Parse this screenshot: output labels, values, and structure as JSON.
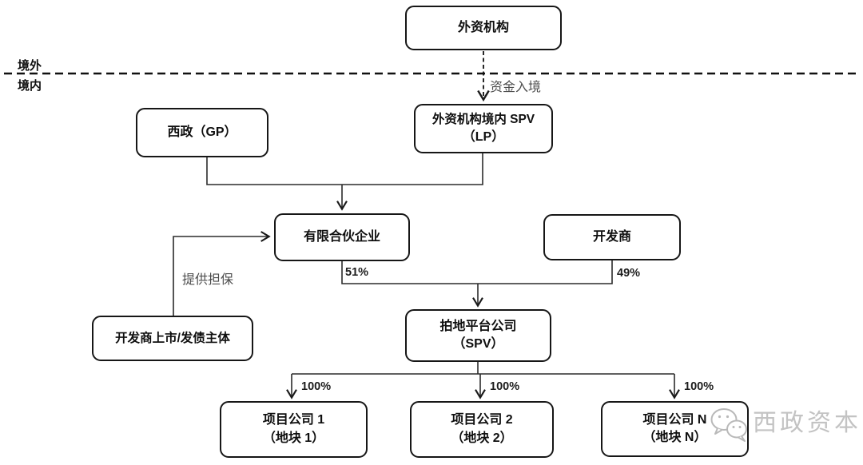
{
  "regions": {
    "offshore_label": "境外",
    "onshore_label": "境内"
  },
  "nodes": {
    "foreign_org": {
      "label": "外资机构"
    },
    "xizheng_gp": {
      "label": "西政（GP）"
    },
    "foreign_spv_lp": {
      "line1": "外资机构境内 SPV",
      "line2": "（LP）"
    },
    "limited_partnership": {
      "label": "有限合伙企业"
    },
    "developer": {
      "label": "开发商"
    },
    "land_platform_spv": {
      "line1": "拍地平台公司",
      "line2": "（SPV）"
    },
    "developer_listing_entity": {
      "label": "开发商上市/发债主体"
    },
    "project_company_1": {
      "line1": "项目公司 1",
      "line2": "（地块 1）"
    },
    "project_company_2": {
      "line1": "项目公司 2",
      "line2": "（地块 2）"
    },
    "project_company_n": {
      "line1": "项目公司 N",
      "line2": "（地块 N）"
    }
  },
  "edge_labels": {
    "capital_inflow": "资金入境",
    "provide_guarantee": "提供担保",
    "lp_share": "51%",
    "developer_share": "49%",
    "project1_share": "100%",
    "project2_share": "100%",
    "projectn_share": "100%"
  },
  "watermark": {
    "icon": "wechat-icon",
    "text": "西政资本"
  },
  "colors": {
    "line": "#1a1a1a",
    "muted_label": "#4c4c4c",
    "watermark": "#c3c3c3"
  }
}
